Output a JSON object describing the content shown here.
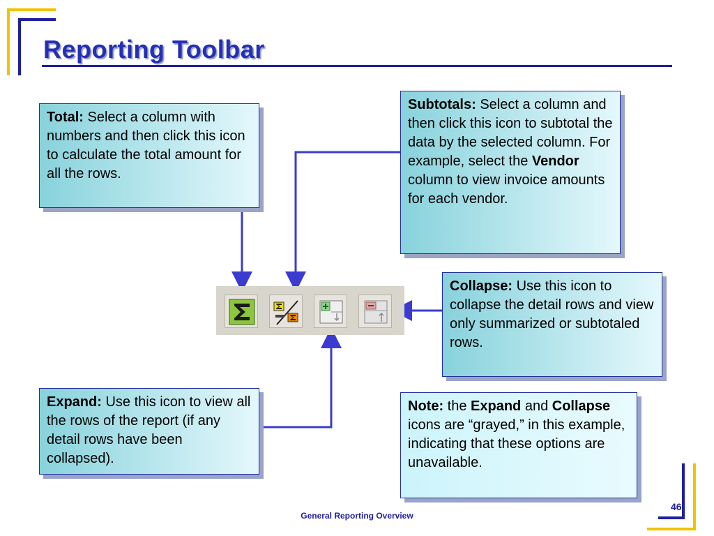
{
  "title": "Reporting Toolbar",
  "callouts": {
    "total": {
      "label": "Total:",
      "text": " Select a column with numbers and then click this icon to calculate the total amount for all the rows."
    },
    "subtotals": {
      "label": "Subtotals:",
      "text_a": " Select a column and then click this icon to subtotal the data by the selected column. For example, select the ",
      "bold_vendor": "Vendor",
      "text_b": " column to view invoice amounts for each vendor."
    },
    "collapse": {
      "label": "Collapse:",
      "text": " Use this icon to collapse the detail rows and view only summarized or subtotaled rows."
    },
    "expand": {
      "label": "Expand:",
      "text": " Use this icon to view all the rows of the report (if any detail rows have been collapsed)."
    },
    "note": {
      "label": "Note:",
      "text_a": " the ",
      "bold_expand": "Expand",
      "text_b": " and ",
      "bold_collapse": "Collapse",
      "text_c": " icons are “grayed,” in this example, indicating that  these options are unavailable."
    }
  },
  "toolbar": {
    "buttons": [
      {
        "icon": "sigma-total-icon"
      },
      {
        "icon": "subtotal-icon"
      },
      {
        "icon": "expand-icon"
      },
      {
        "icon": "collapse-icon"
      }
    ]
  },
  "colors": {
    "accent_blue": "#2430b4",
    "bracket_yellow": "#f2c200",
    "arrow_blue": "#3b3bd0"
  },
  "footer": {
    "text": "General Reporting Overview",
    "page_number": "46"
  }
}
